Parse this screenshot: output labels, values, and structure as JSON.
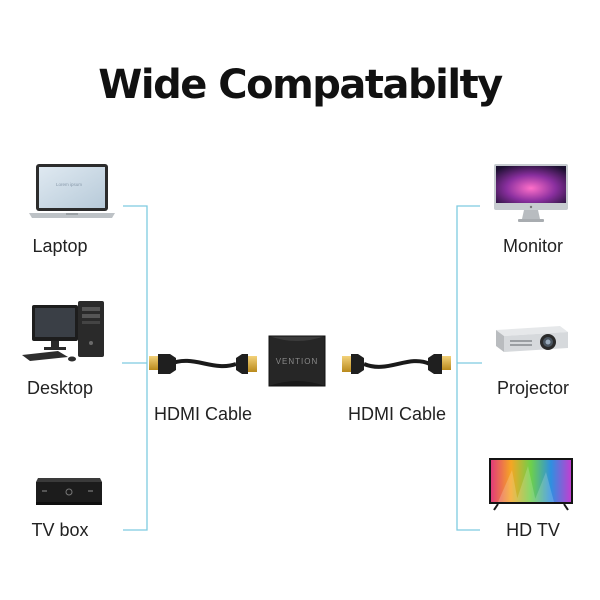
{
  "title": "Wide Compatabilty",
  "left_devices": [
    {
      "label": "Laptop",
      "icon": "laptop-icon"
    },
    {
      "label": "Desktop",
      "icon": "desktop-computer-icon"
    },
    {
      "label": "TV box",
      "icon": "tv-box-icon"
    }
  ],
  "right_devices": [
    {
      "label": "Monitor",
      "icon": "monitor-icon"
    },
    {
      "label": "Projector",
      "icon": "projector-icon"
    },
    {
      "label": "HD TV",
      "icon": "hd-tv-icon"
    }
  ],
  "cables": {
    "left_label": "HDMI Cable",
    "right_label": "HDMI Cable"
  },
  "adapter": {
    "brand": "VENTION"
  },
  "laptop_screen_text": "Lorem ipsum",
  "colors": {
    "connector_line": "#7ecbe0",
    "title": "#111111",
    "cable": "#1a1a1a",
    "gold_plug": "#d8a830"
  }
}
